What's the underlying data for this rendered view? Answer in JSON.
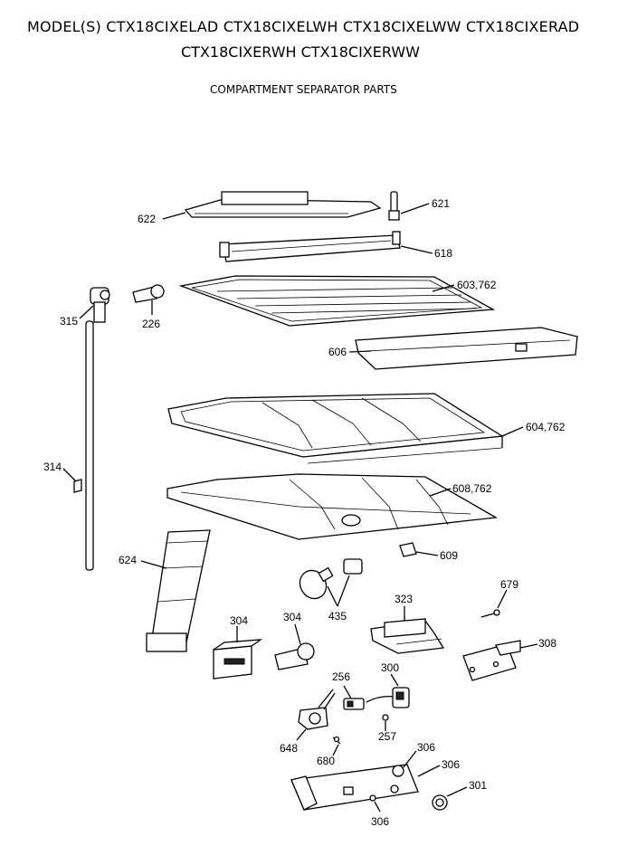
{
  "header": {
    "models_line_1": "MODEL(S) CTX18CIXELAD  CTX18CIXELWH  CTX18CIXELWW  CTX18CIXERAD",
    "models_line_2": "CTX18CIXERWH  CTX18CIXERWW",
    "title": "COMPARTMENT SEPARATOR PARTS"
  },
  "parts": {
    "p621": "621",
    "p622": "622",
    "p618": "618",
    "p603": "603,762",
    "p315": "315",
    "p226": "226",
    "p606": "606",
    "p604": "604,762",
    "p314": "314",
    "p608": "608,762",
    "p609": "609",
    "p624": "624",
    "p679": "679",
    "p435": "435",
    "p323": "323",
    "p304a": "304",
    "p304b": "304",
    "p308": "308",
    "p256": "256",
    "p300": "300",
    "p257": "257",
    "p648": "648",
    "p680": "680",
    "p306a": "306",
    "p306b": "306",
    "p306c": "306",
    "p301": "301"
  }
}
